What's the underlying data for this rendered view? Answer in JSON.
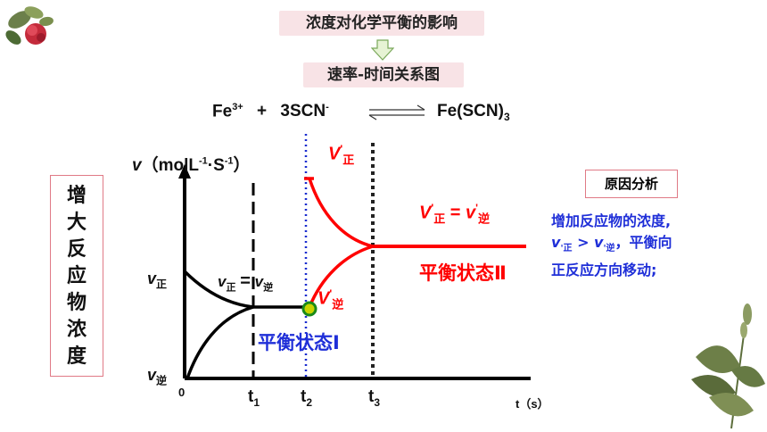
{
  "title": "浓度对化学平衡的影响",
  "subtitle": "速率-时间关系图",
  "equation": {
    "reactant1": "Fe",
    "reactant1_charge": "3+",
    "plus": "+",
    "reactant2": "3SCN",
    "reactant2_charge": "-",
    "product": "Fe(SCN)",
    "product_sub": "3"
  },
  "side_label": [
    "增",
    "大",
    "反",
    "应",
    "物",
    "浓",
    "度"
  ],
  "reason_box_label": "原因分析",
  "reason_text": {
    "line1": "增加反应物的浓度,",
    "line2_v1": "v",
    "line2_v1_sub": "'正",
    "line2_gt": " > ",
    "line2_v2": "v",
    "line2_v2_sub": "'逆",
    "line2_rest": "，平衡向",
    "line3": "正反应方向移动;"
  },
  "chart_data": {
    "type": "line",
    "y_axis_label": {
      "v": "v",
      "unit": "（molL",
      "exp1": "-1",
      "dot": "·S",
      "exp2": "-1",
      "close": "）"
    },
    "x_axis_label": "t（s）",
    "origin_label": "0",
    "times": [
      {
        "name": "t",
        "sub": "1"
      },
      {
        "name": "t",
        "sub": "2"
      },
      {
        "name": "t",
        "sub": "3"
      }
    ],
    "labels": {
      "v_forward": {
        "v": "v",
        "sub": "正"
      },
      "v_reverse": {
        "v": "v",
        "sub": "逆"
      },
      "equal_forward": {
        "v": "v",
        "sub": "正"
      },
      "equal_sign": "=",
      "equal_reverse": {
        "v": "v",
        "sub": "逆"
      },
      "v_prime_forward": {
        "v": "V",
        "sup": "'",
        "sub": "正"
      },
      "v_prime_reverse": {
        "v": "V",
        "sup": "'",
        "sub": "逆"
      },
      "equal_prime": {
        "v1": "V",
        "sup1": "'",
        "sub1": "正",
        "eq": " = ",
        "v2": "v",
        "sup2": "'",
        "sub2": "逆"
      },
      "equilibrium1": "平衡状态Ⅰ",
      "equilibrium2": "平衡状态Ⅱ"
    },
    "colors": {
      "initial": "#000000",
      "after": "#ff0000",
      "label_blue": "#1f2fd8",
      "marker_fill": "#c8d400",
      "marker_ring": "#1a8a1a"
    }
  }
}
